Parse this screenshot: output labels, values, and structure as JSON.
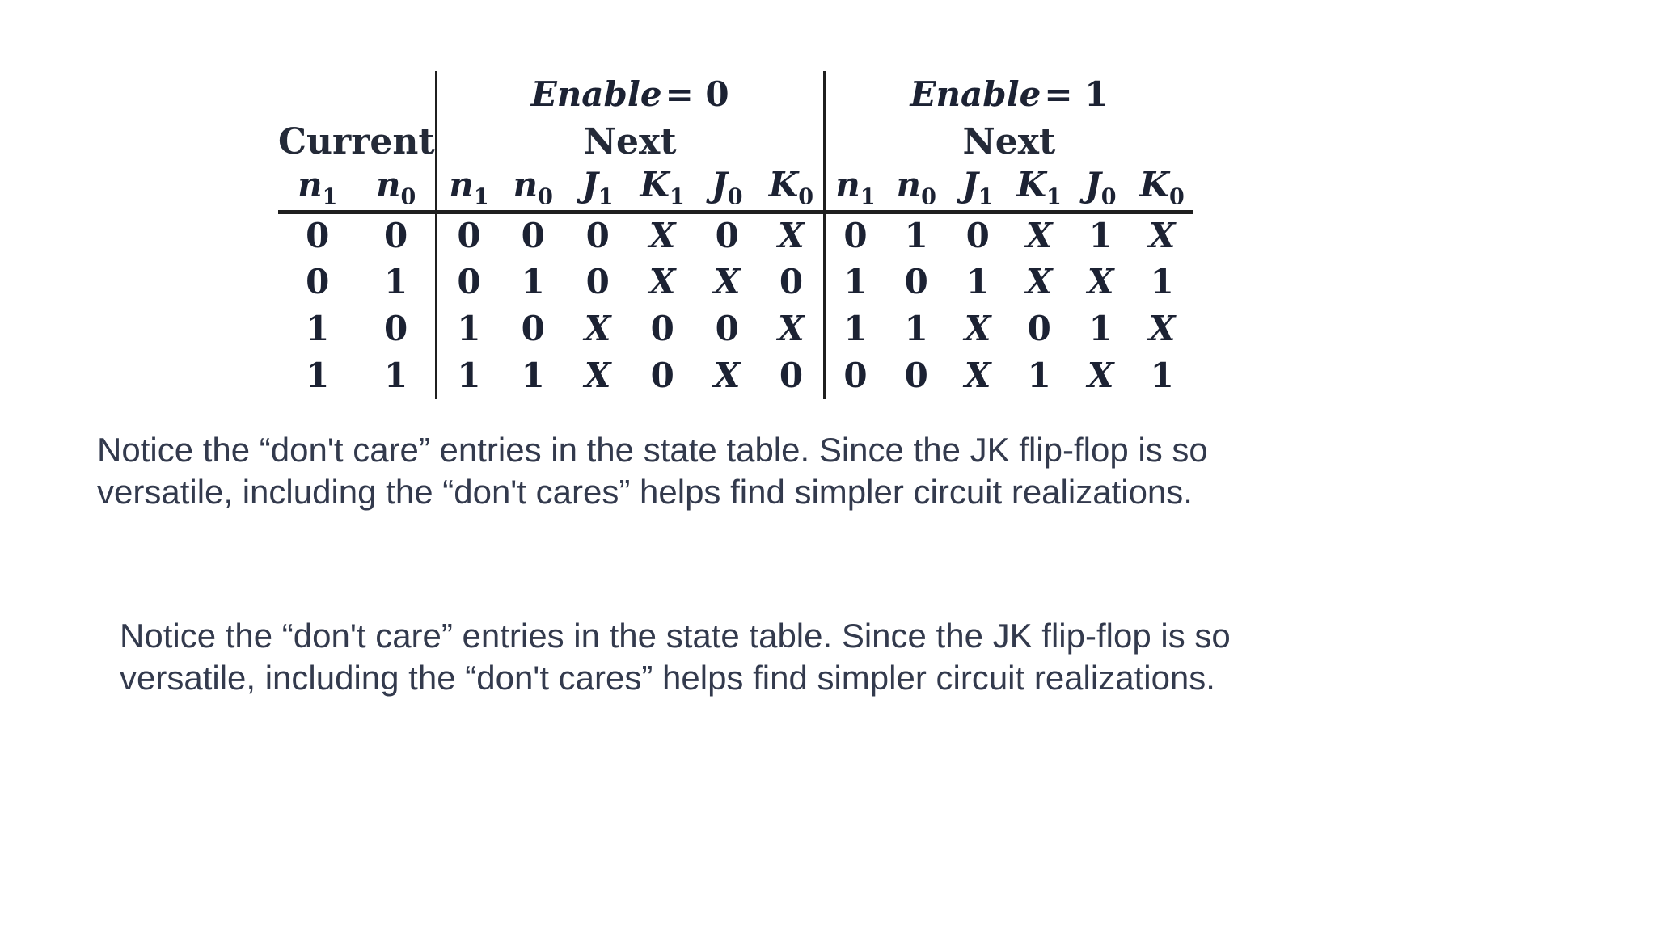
{
  "table": {
    "enable0": {
      "var": "Enable",
      "eq": "= 0"
    },
    "enable1": {
      "var": "Enable",
      "eq": "= 1"
    },
    "current_label": "Current",
    "next_label_0": "Next",
    "next_label_1": "Next",
    "col_headers": [
      {
        "b": "n",
        "s": "1"
      },
      {
        "b": "n",
        "s": "0"
      },
      {
        "b": "n",
        "s": "1"
      },
      {
        "b": "n",
        "s": "0"
      },
      {
        "b": "J",
        "s": "1"
      },
      {
        "b": "K",
        "s": "1"
      },
      {
        "b": "J",
        "s": "0"
      },
      {
        "b": "K",
        "s": "0"
      },
      {
        "b": "n",
        "s": "1"
      },
      {
        "b": "n",
        "s": "0"
      },
      {
        "b": "J",
        "s": "1"
      },
      {
        "b": "K",
        "s": "1"
      },
      {
        "b": "J",
        "s": "0"
      },
      {
        "b": "K",
        "s": "0"
      }
    ],
    "rows": [
      {
        "cells": [
          "0",
          "0",
          "0",
          "0",
          "0",
          "X",
          "0",
          "X",
          "0",
          "1",
          "0",
          "X",
          "1",
          "X"
        ]
      },
      {
        "cells": [
          "0",
          "1",
          "0",
          "1",
          "0",
          "X",
          "X",
          "0",
          "1",
          "0",
          "1",
          "X",
          "X",
          "1"
        ]
      },
      {
        "cells": [
          "1",
          "0",
          "1",
          "0",
          "X",
          "0",
          "0",
          "X",
          "1",
          "1",
          "X",
          "0",
          "1",
          "X"
        ]
      },
      {
        "cells": [
          "1",
          "1",
          "1",
          "1",
          "X",
          "0",
          "X",
          "0",
          "0",
          "0",
          "X",
          "1",
          "X",
          "1"
        ]
      }
    ]
  },
  "notes": [
    {
      "lines": [
        "Notice the “don't care” entries in the state table. Since the JK flip-flop is so",
        "versatile, including the “don't cares” helps find simpler circuit realizations."
      ]
    },
    {
      "lines": [
        "Notice the “don't care” entries in the state table. Since the JK flip-flop is so",
        "versatile, including the “don't cares” helps find simpler circuit realizations."
      ]
    }
  ],
  "colors": {
    "background": "#ffffff",
    "table_text": "#1c2233",
    "note_text": "#333a4d",
    "rule": "#1f1f1f"
  }
}
